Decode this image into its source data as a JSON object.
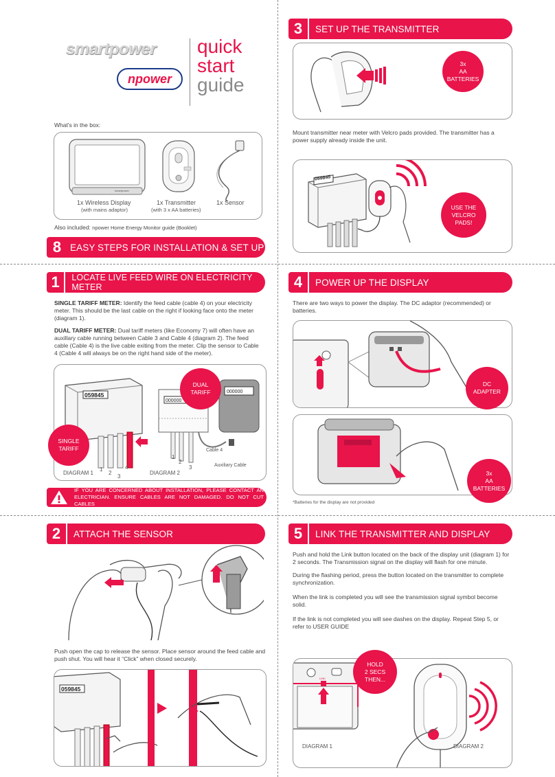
{
  "brand": {
    "smartpower": "smartpower",
    "npower": "npower",
    "title_lines": [
      "quick",
      "start",
      "guide"
    ]
  },
  "box": {
    "heading": "What's in the box:",
    "items": [
      {
        "label": "1x Wireless Display",
        "sub": "(with mains adaptor)"
      },
      {
        "label": "1x Transmitter",
        "sub": "(with 3 x AA batteries)"
      },
      {
        "label": "1x Sensor",
        "sub": ""
      }
    ],
    "also_label": "Also included: ",
    "also_item": "npower Home Energy Monitor guide (Booklet)"
  },
  "eight": {
    "num": "8",
    "label": "EASY STEPS FOR INSTALLATION & SET UP"
  },
  "step1": {
    "num": "1",
    "title": "LOCATE LIVE FEED WIRE ON ELECTRICITY METER",
    "p1_bold": "SINGLE TARIFF METER:",
    "p1": " Identify the feed cable (cable 4) on your electricity meter. This should be the last cable on the right if looking face onto the meter (diagram 1).",
    "p2_bold": "DUAL TARIFF METER:",
    "p2": " Dual tariff meters (like Economy 7) will often have an auxillary cable running between Cable 3 and Cable 4 (diagram 2). The feed cable (Cable 4) is the live cable exiting from the meter. Clip the sensor to Cable 4 (Cable 4 will always be on the right hand side of the meter).",
    "meter_reading": "059845",
    "dual_reading": "000000",
    "dual_tariff": "DUAL\nTARIFF",
    "single_tariff": "SINGLE\nTARIFF",
    "diagram1": "DIAGRAM 1",
    "diagram2": "DIAGRAM 2",
    "cable4": "Cable 4",
    "aux": "Auxiliary Cable",
    "n1": "1",
    "n2": "2",
    "n3": "3",
    "n4": "4",
    "m1": "1",
    "m2": "2",
    "m3": "3",
    "warning": "IF YOU ARE CONCERNED ABOUT INSTALLATION, PLEASE CONTACT AN ELECTRICIAN. ENSURE CABLES ARE NOT DAMAGED. DO NOT CUT CABLES"
  },
  "step2": {
    "num": "2",
    "title": "ATTACH THE SENSOR",
    "text": "Push open the cap to release the sensor. Place sensor around the feed cable and push shut. You will hear it “Click” when closed securely.",
    "meter_reading": "059845"
  },
  "step3": {
    "num": "3",
    "title": "SET UP THE TRANSMITTER",
    "batteries": "3x\nAA\nBATTERIES",
    "text": "Mount transmitter near meter with Velcro pads provided. The transmitter has a power supply already inside the unit.",
    "meter_reading": "059845",
    "velcro": "USE THE\nVELCRO\nPADS!"
  },
  "step4": {
    "num": "4",
    "title": "POWER UP THE DISPLAY",
    "text": "There are two ways to power the display. The DC adaptor (recommended) or batteries.",
    "dc": "DC\nADAPTER",
    "batteries": "3x\nAA\nBATTERIES",
    "note": "*Batteries for the display are not provided"
  },
  "step5": {
    "num": "5",
    "title": "LINK THE TRANSMITTER AND DISPLAY",
    "p1": "Push and hold the Link button located on the back of the display unit (diagram 1) for 2 seconds. The Transmission signal on the display will flash for one minute.",
    "p2": "During the flashing period, press the button located on the transmitter to complete synchronization.",
    "p3": "When the link is completed you will see the transmission signal symbol become solid.",
    "p4": "If the link is not completed you will see dashes on the display. Repeat Step 5, or refer to USER GUIDE",
    "hold": "HOLD\n2 SECS\nTHEN...",
    "link": "LINK",
    "diagram1": "DIAGRAM 1",
    "diagram2": "DIAGRAM 2"
  },
  "colors": {
    "accent": "#e8144a",
    "frame": "#9a9a9a",
    "text": "#444444"
  }
}
